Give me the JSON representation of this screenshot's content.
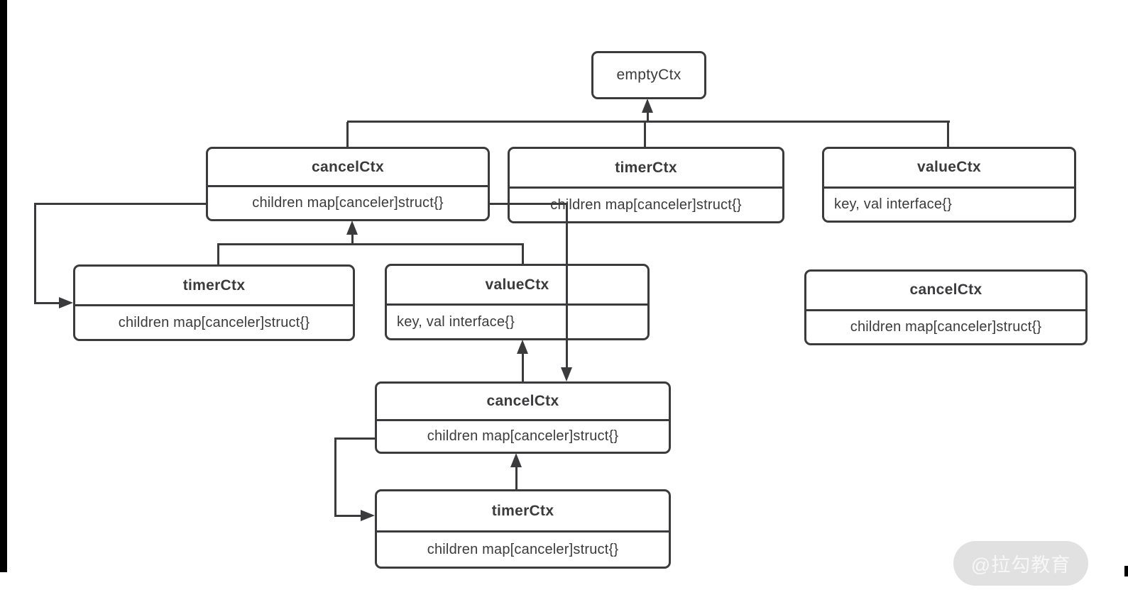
{
  "diagram": {
    "colors": {
      "line": "#3b3b3d",
      "text": "#3b3b3d"
    },
    "nodes": {
      "empty": {
        "title": "emptyCtx"
      },
      "cancel_top": {
        "title": "cancelCtx",
        "body": "children map[canceler]struct{}"
      },
      "timer_top": {
        "title": "timerCtx",
        "body": "children map[canceler]struct{}"
      },
      "value_top": {
        "title": "valueCtx",
        "body": "key, val interface{}"
      },
      "timer_mid": {
        "title": "timerCtx",
        "body": "children map[canceler]struct{}"
      },
      "value_mid": {
        "title": "valueCtx",
        "body": "key, val interface{}"
      },
      "cancel_right": {
        "title": "cancelCtx",
        "body": "children map[canceler]struct{}"
      },
      "cancel_mid": {
        "title": "cancelCtx",
        "body": "children map[canceler]struct{}"
      },
      "timer_bottom": {
        "title": "timerCtx",
        "body": "children map[canceler]struct{}"
      }
    }
  },
  "watermark": {
    "label": "@拉勾教育",
    "background": "#e1e1e1",
    "color": "#f7f7f7"
  }
}
